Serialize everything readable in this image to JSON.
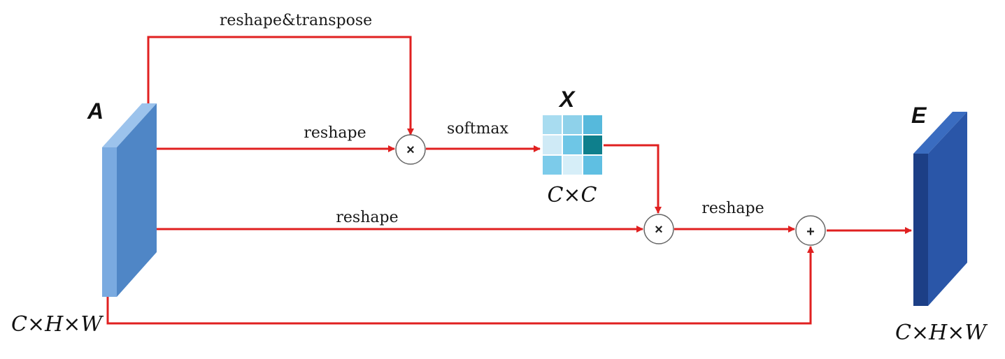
{
  "labels": {
    "tensor_a": "A",
    "tensor_e": "E",
    "matrix_x": "X",
    "reshape_transpose": "reshape&transpose",
    "reshape_top": "reshape",
    "softmax": "softmax",
    "reshape_middle": "reshape",
    "reshape_right": "reshape",
    "dim_input": "C×H×W",
    "dim_matrix": "C×C",
    "dim_output": "C×H×W"
  },
  "operators": {
    "multiply_1": "×",
    "multiply_2": "×",
    "add": "+"
  },
  "colors": {
    "arrow": "#e02020",
    "tensor_a_front": "#4f86c6",
    "tensor_a_side": "#7aaae0",
    "tensor_e_front": "#2a56a8",
    "tensor_e_side": "#1c3f86",
    "matrix_cells": [
      "#a8dcf0",
      "#8ed1ea",
      "#56b9dc",
      "#cfeaf6",
      "#6ec6e6",
      "#0e7f8c",
      "#7ccbea",
      "#d6eef8",
      "#5fbfe2"
    ]
  }
}
